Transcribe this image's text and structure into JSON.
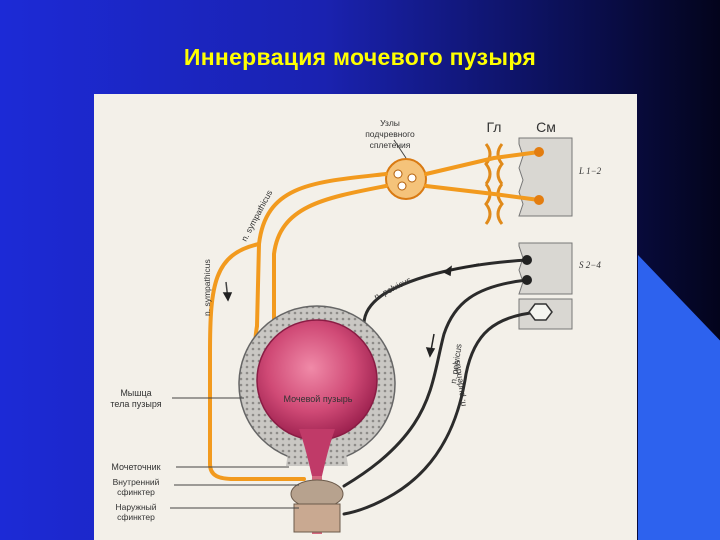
{
  "slide": {
    "title": "Иннервация мочевого пузыря"
  },
  "diagram": {
    "ganglia_label_1": "Узлы",
    "ganglia_label_2": "подчревного",
    "ganglia_label_3": "сплетения",
    "col_gl": "Гл",
    "col_sm": "См",
    "segment_upper": "L 1−2",
    "segment_lower": "S 2−4",
    "nerve_sympathicus_1": "n. sympathicus",
    "nerve_sympathicus_2": "n. sympathicus",
    "nerve_pelvicus_1": "n. pelvicus",
    "nerve_pelvicus_2": "n. pelvicus",
    "nerve_pudendus": "n. pudendus",
    "bladder_label": "Мочевой пузырь",
    "label_muscle_1": "Мышца",
    "label_muscle_2": "тела пузыря",
    "label_ureter": "Мочеточник",
    "label_internal_1": "Внутренний",
    "label_internal_2": "сфинктер",
    "label_external_1": "Наружный",
    "label_external_2": "сфинктер"
  },
  "colors": {
    "background": "#1c2ad6",
    "title": "#ffff00",
    "sympathetic_nerve": "#f29a1e",
    "parasympathetic_nerve": "#2b2b2b",
    "bladder": "#c8406e"
  }
}
